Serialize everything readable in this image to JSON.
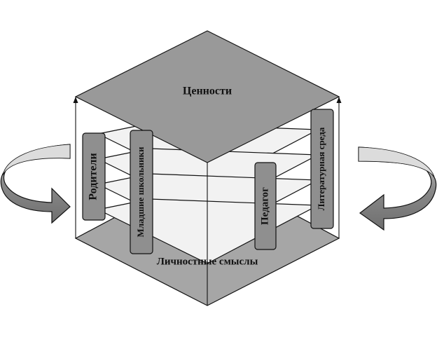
{
  "diagram": {
    "top_label": "Ценности",
    "bottom_label": "Личностные смыслы",
    "tags": {
      "parents": "Родители",
      "pupils": "Младшие школьники",
      "teacher": "Педагог",
      "literary_environment": "Литературная среда"
    },
    "colors": {
      "top_face": "#999999",
      "bottom_face": "#a6a6a6",
      "layer_fill": "#f2f2f2",
      "tag_fill": "#8f8f8f",
      "arrow_fill": "#8c8c8c",
      "arrow_shade": "#c8c8c8",
      "edge": "#111111"
    }
  }
}
